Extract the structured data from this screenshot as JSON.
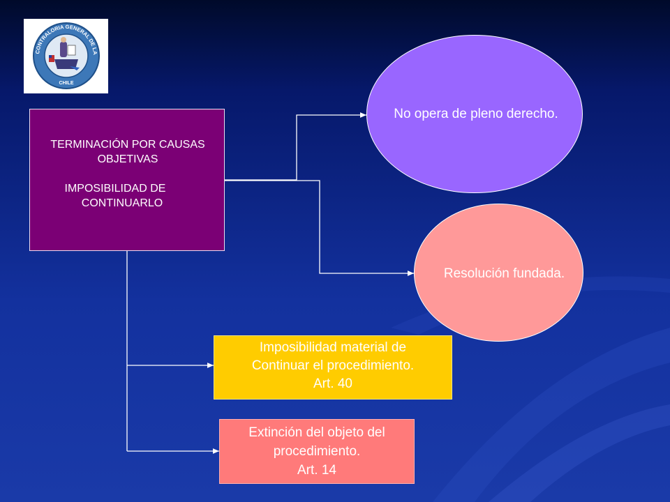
{
  "main_box": {
    "line1": "TERMINACIÓN POR CAUSAS",
    "line2": "OBJETIVAS",
    "line3": "IMPOSIBILIDAD DE",
    "line4": "CONTINUARLO"
  },
  "ellipse_top": {
    "label": "No opera de pleno derecho."
  },
  "ellipse_bottom": {
    "label": "Resolución fundada."
  },
  "box_yellow": {
    "line1": "Imposibilidad material de",
    "line2": "Continuar el procedimiento.",
    "line3": "Art. 40"
  },
  "box_red": {
    "line1": "Extinción del objeto del",
    "line2": "procedimiento.",
    "line3": "Art. 14"
  },
  "logo": {
    "ring_text": "CONTRALORIA GENERAL DE LA REPUBLICA",
    "bottom_text": "CHILE"
  },
  "colors": {
    "main_box": "#7b0075",
    "ellipse_top": "#9966ff",
    "ellipse_bottom": "#ff9999",
    "box_yellow": "#ffcc00",
    "box_red": "#ff7a7a",
    "connector": "#ffffff"
  }
}
